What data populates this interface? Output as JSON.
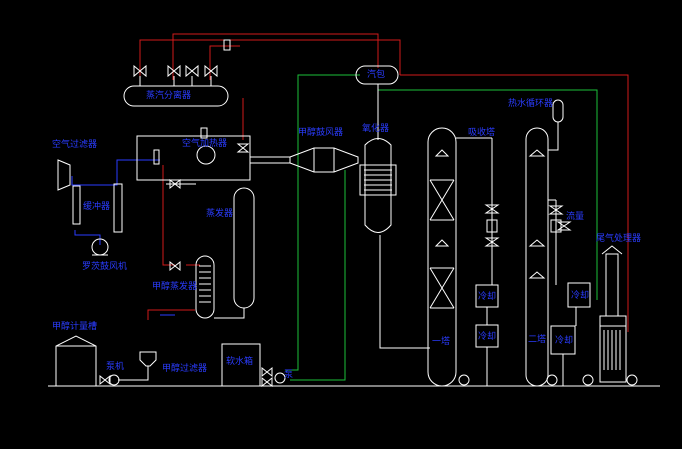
{
  "labels": {
    "steam_separator": "蒸汽分离器",
    "steam_drum": "汽包",
    "air_heater": "空气加热器",
    "methanol_blower": "甲醇鼓风器",
    "oxidizer": "氧化器",
    "reboiler_label": "热水循环器",
    "absorber_label": "吸收塔",
    "air_filter": "空气过滤器",
    "buffer": "缓冲器",
    "roots_blower": "罗茨鼓风机",
    "evaporator": "蒸发器",
    "methanol_evaporator": "甲醇蒸发器",
    "methanol_tank": "甲醇计量槽",
    "methanol_pump": "泵机",
    "methanol_filter": "甲醇过滤器",
    "water_tank": "软水箱",
    "pump_small": "泵",
    "tower1": "一塔",
    "tower2": "二塔",
    "cooler1": "冷却",
    "cooler2": "冷却",
    "cooler3": "冷却",
    "cooler4": "冷却",
    "tail_gas": "尾气处理器",
    "flowmeter": "流量"
  },
  "colors": {
    "background": "#000000",
    "equipment": "#ffffff",
    "steam_line": "#d11a1a",
    "water_line": "#1bbf3a",
    "process_line": "#2a3cff",
    "label": "#2a3cff"
  }
}
